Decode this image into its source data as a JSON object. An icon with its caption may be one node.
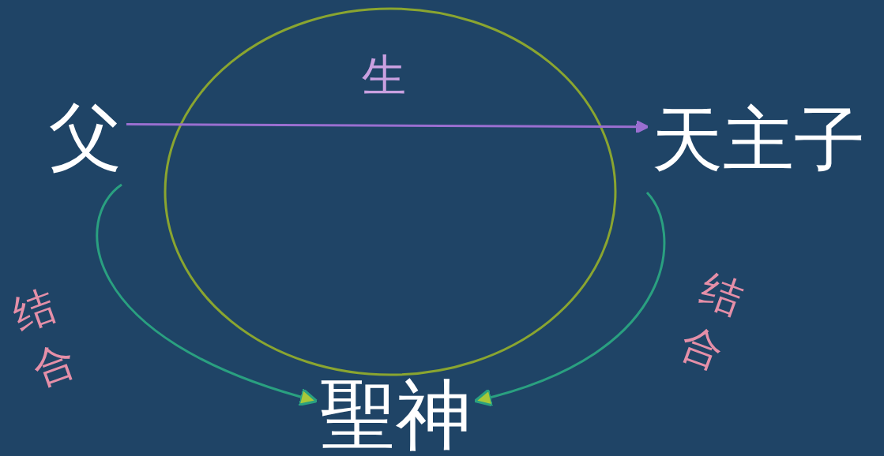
{
  "diagram": {
    "nodes": [
      {
        "text": [
          "父"
        ]
      },
      {
        "text": [
          "天主子"
        ]
      },
      {
        "text": [
          "聖神"
        ]
      }
    ],
    "edges": [
      {
        "from": 0,
        "to": 1,
        "arrow": "to",
        "label": "生",
        "color": "#9a6fd0"
      },
      {
        "from": 0,
        "to": 2,
        "arrow": "to",
        "label": "结合"
      },
      {
        "from": 1,
        "to": 2,
        "arrow": "to",
        "label": "结合"
      }
    ]
  }
}
